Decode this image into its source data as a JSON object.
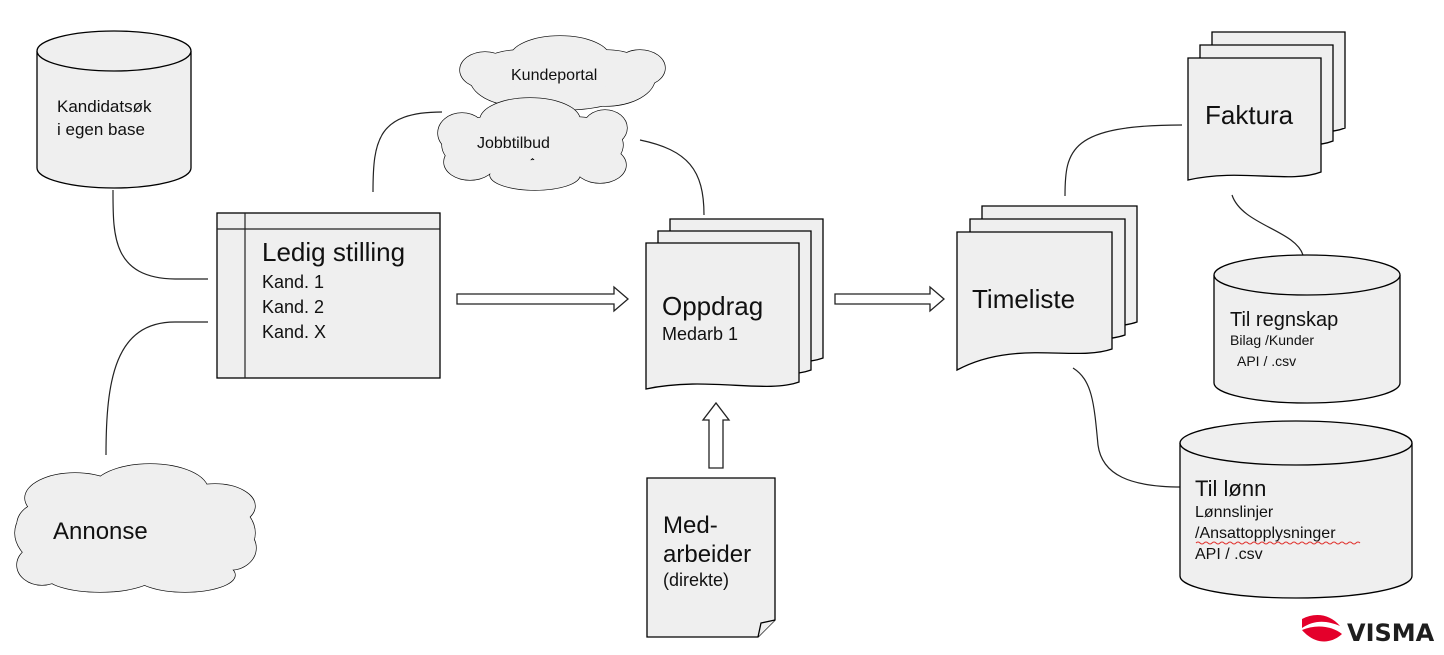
{
  "nodes": {
    "kandidatsok": {
      "line1": "Kandidatsøk",
      "line2": "i egen base"
    },
    "annonse": {
      "label": "Annonse"
    },
    "ledig_stilling": {
      "title": "Ledig stilling",
      "items": [
        "Kand. 1",
        "Kand. 2",
        "Kand. X"
      ]
    },
    "kundeportal": {
      "label": "Kundeportal"
    },
    "jobbtilbud": {
      "label": "Jobbtilbud"
    },
    "oppdrag": {
      "title": "Oppdrag",
      "subtitle": "Medarb 1"
    },
    "medarbeider": {
      "line1": "Med-",
      "line2": "arbeider",
      "line3": "(direkte)"
    },
    "timeliste": {
      "label": "Timeliste"
    },
    "faktura": {
      "label": "Faktura"
    },
    "til_regnskap": {
      "title": "Til regnskap",
      "line1": "Bilag /Kunder",
      "line2": "API / .csv"
    },
    "til_lonn": {
      "title": "Til lønn",
      "line1": "Lønnslinjer",
      "line2": "/Ansattopplysninger",
      "line3": "API / .csv"
    }
  },
  "logo": {
    "text": "VISMA",
    "color": "#e4002b"
  },
  "colors": {
    "shape_fill": "#efefef",
    "stroke": "#000000"
  }
}
